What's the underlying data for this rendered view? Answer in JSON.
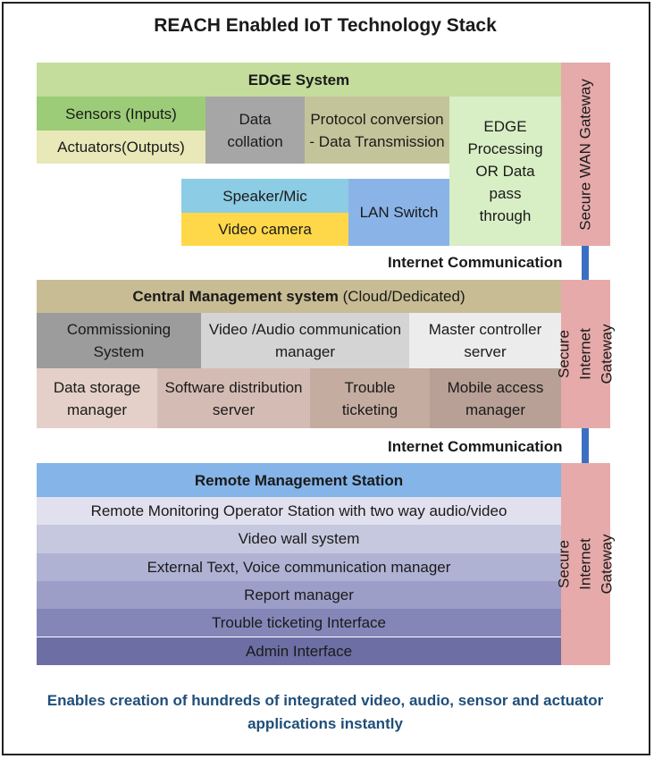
{
  "title": "REACH  Enabled IoT Technology Stack",
  "edge": {
    "header": "EDGE System",
    "sensors": "Sensors (Inputs)",
    "actuators": "Actuators(Outputs)",
    "data_collation": "Data collation",
    "protocol": "Protocol conversion - Data Transmission",
    "processing": "EDGE Processing OR Data pass through",
    "speaker": "Speaker/Mic",
    "camera": "Video camera",
    "lan_switch": "LAN Switch",
    "gateway": "Secure WAN Gateway"
  },
  "internet_comm_1": "Internet Communication",
  "central": {
    "header_bold": "Central Management system",
    "header_normal": " (Cloud/Dedicated)",
    "commissioning": "Commissioning System",
    "video_audio": "Video /Audio communication manager",
    "master": "Master controller server",
    "data_storage": "Data storage manager",
    "software": "Software distribution server",
    "trouble": "Trouble ticketing",
    "mobile": "Mobile access manager",
    "gateway": "Secure  Internet Gateway"
  },
  "internet_comm_2": "Internet Communication",
  "remote": {
    "header": "Remote Management Station",
    "rows": [
      "Remote Monitoring Operator Station with two way audio/video",
      "Video wall system",
      "External Text, Voice communication manager",
      "Report manager",
      "Trouble ticketing Interface",
      "Admin Interface"
    ],
    "gateway": "Secure  Internet Gateway"
  },
  "footer": "Enables creation of hundreds of integrated video, audio, sensor and actuator applications instantly",
  "colors": {
    "edge_header": "#c4dc9c",
    "sensors": "#9ccc78",
    "actuators": "#e8e8b8",
    "data_collation": "#a6a6a6",
    "protocol": "#c4c49a",
    "processing": "#d8eec4",
    "speaker": "#8ccce4",
    "camera": "#ffd84a",
    "lan_switch": "#8ab4e8",
    "gateway": "#e6aaaa",
    "central_header": "#c8bc94",
    "commissioning": "#9c9c9c",
    "video_audio": "#d4d4d4",
    "master": "#ececec",
    "data_storage": "#e4d0c8",
    "software": "#d4bcb4",
    "trouble": "#c4aca0",
    "mobile": "#b8a096",
    "remote_header": "#84b4e8",
    "remote_rows": [
      "#e0e0ee",
      "#c6c8e0",
      "#b0b2d4",
      "#9c9ec8",
      "#8486b8",
      "#6c6ea4"
    ],
    "footer_text": "#1f4e79",
    "link": "#3b6fc4"
  }
}
